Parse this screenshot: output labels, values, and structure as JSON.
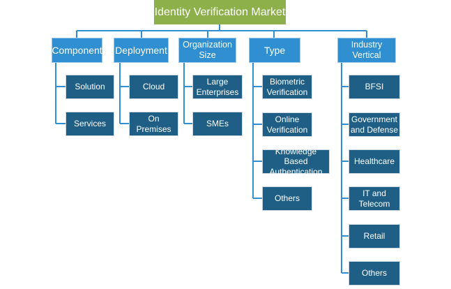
{
  "colors": {
    "root_fill": "#8db04b",
    "category_fill": "#2f8fd1",
    "leaf_fill": "#1f5f86",
    "connector": "#2f8fd1"
  },
  "root": {
    "label": "Identity Verification Market"
  },
  "categories": [
    {
      "label": "Component",
      "items": [
        "Solution",
        "Services"
      ]
    },
    {
      "label": "Deployment",
      "items": [
        "Cloud",
        "On Premises"
      ]
    },
    {
      "label": "Organization\nSize",
      "items": [
        "Large\nEnterprises",
        "SMEs"
      ]
    },
    {
      "label": "Type",
      "items": [
        "Biometric\nVerification",
        "Online\nVerification",
        "Knowledge Based\nAuthentication",
        "Others"
      ]
    },
    {
      "label": "Industry\nVertical",
      "items": [
        "BFSI",
        "Government\nand Defense",
        "Healthcare",
        "IT and\nTelecom",
        "Retail",
        "Others"
      ]
    }
  ]
}
